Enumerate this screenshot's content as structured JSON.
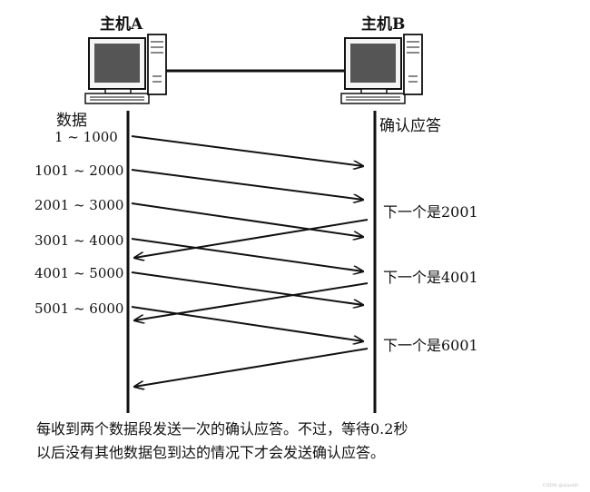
{
  "hosts": {
    "a": {
      "label": "主机A"
    },
    "b": {
      "label": "主机B"
    }
  },
  "left_heading": "数据",
  "right_heading": "确认应答",
  "segments": [
    "1 ~ 1000",
    "1001 ~ 2000",
    "2001 ~ 3000",
    "3001 ~ 4000",
    "4001 ~ 5000",
    "5001 ~ 6000"
  ],
  "acks": [
    "下一个是2001",
    "下一个是4001",
    "下一个是6001"
  ],
  "caption": {
    "line1": "每收到两个数据段发送一次的确认应答。不过，等待0.2秒",
    "line2": "以后没有其他数据包到达的情况下才会发送确认应答。"
  },
  "watermark": "CSDN @xiaolili"
}
